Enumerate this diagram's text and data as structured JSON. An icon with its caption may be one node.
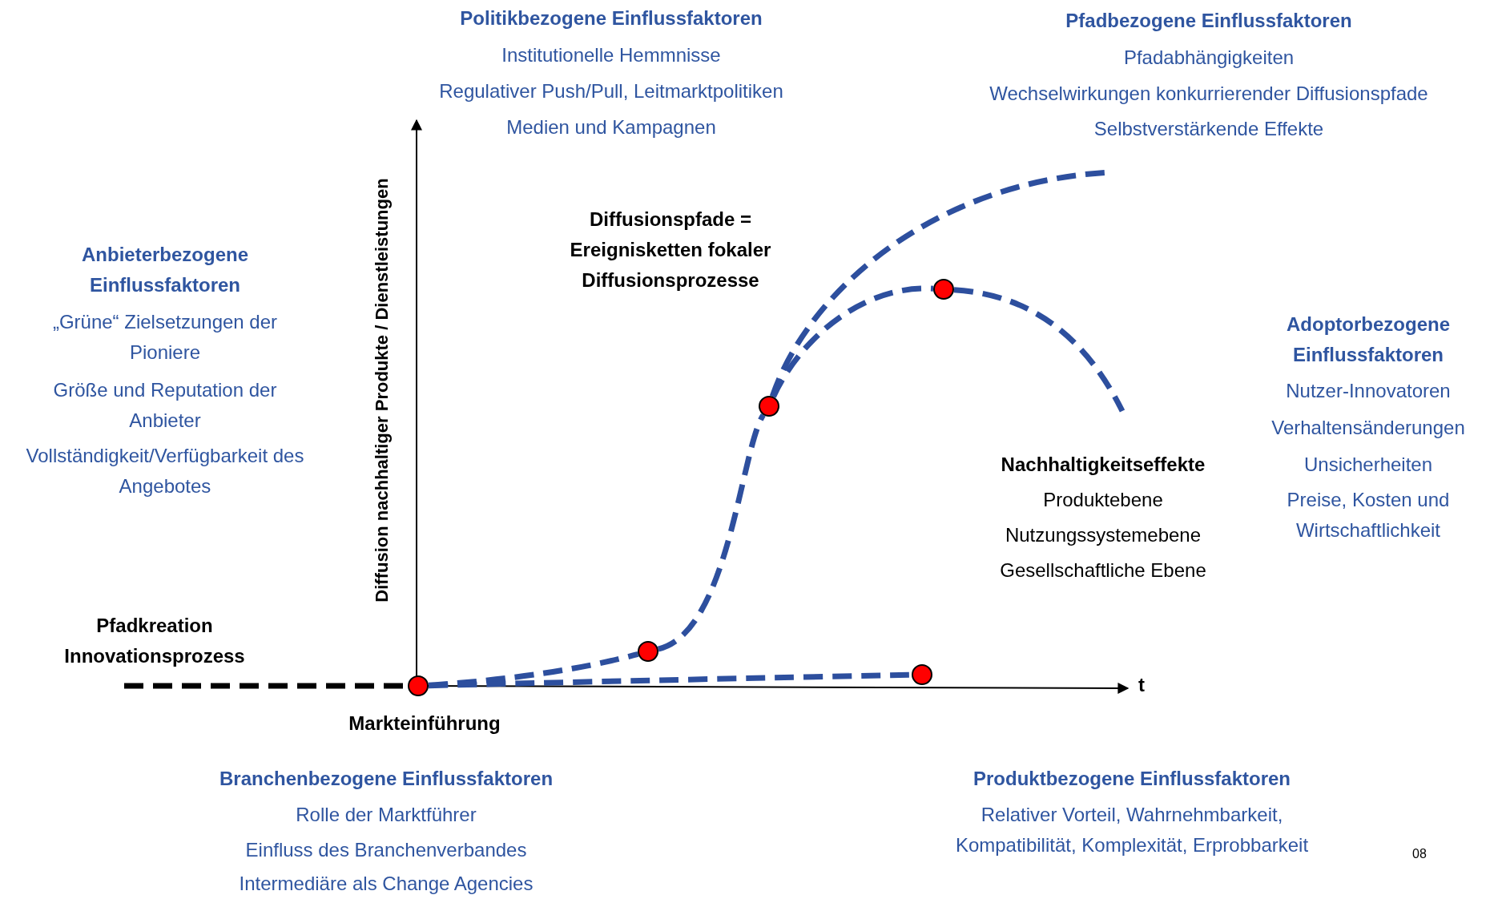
{
  "diagram": {
    "nodes": [
      {
        "text": [],
        "shape": "circle"
      },
      {
        "text": [],
        "shape": "circle"
      },
      {
        "text": [],
        "shape": "circle"
      },
      {
        "text": [],
        "shape": "circle"
      },
      {
        "text": [],
        "shape": "circle"
      }
    ],
    "edges": [
      {
        "from": 0,
        "to": 1,
        "arrow": "none",
        "style": "dashed"
      },
      {
        "from": 1,
        "to": 2,
        "arrow": "none",
        "style": "dashed"
      },
      {
        "from": 2,
        "to": null,
        "arrow": "none",
        "style": "dashed"
      },
      {
        "from": 2,
        "to": 4,
        "arrow": "none",
        "style": "dashed"
      },
      {
        "from": 4,
        "to": null,
        "arrow": "none",
        "style": "dashed"
      },
      {
        "from": 0,
        "to": 3,
        "arrow": "none",
        "style": "dashed"
      },
      {
        "from": null,
        "to": 0,
        "arrow": "none",
        "style": "dashed",
        "color": "#000000"
      }
    ],
    "labels": [
      "Politikbezogene Einflussfaktoren",
      "Institutionelle Hemmnisse",
      "Regulativer Push/Pull, Leitmarktpolitiken",
      "Medien und Kampagnen",
      "Pfadbezogene Einflussfaktoren",
      "Pfadabhängigkeiten",
      "Wechselwirkungen konkurrierender Diffusionspfade",
      "Selbstverstärkende Effekte",
      "Diffusion nachhaltiger Produkte / Dienstleistungen",
      "Diffusionspfade = Ereignisketten fokaler Diffusionsprozesse",
      "Anbieterbezogene Einflussfaktoren",
      "„Grüne“ Zielsetzungen der Pioniere",
      "Größe und Reputation der Anbieter",
      "Vollständigkeit/Verfügbarkeit des Angebotes",
      "Adoptorbezogene Einflussfaktoren",
      "Nutzer-Innovatoren",
      "Verhaltensänderungen",
      "Unsicherheiten",
      "Preise, Kosten und Wirtschaftlichkeit",
      "Nachhaltigkeitseffekte",
      "Produktebene",
      "Nutzungssystemebene",
      "Gesellschaftliche Ebene",
      "Pfadkreation Innovationsprozess",
      "t",
      "Markteinführung",
      "Branchenbezogene Einflussfaktoren",
      "Rolle der Marktführer",
      "Einfluss des Branchenverbandes",
      "Intermediäre als Change Agencies",
      "Produktbezogene Einflussfaktoren",
      "Relativer Vorteil, Wahrnehmbarkeit, Kompatibilität, Komplexität, Erprobbarkeit",
      "08"
    ]
  }
}
